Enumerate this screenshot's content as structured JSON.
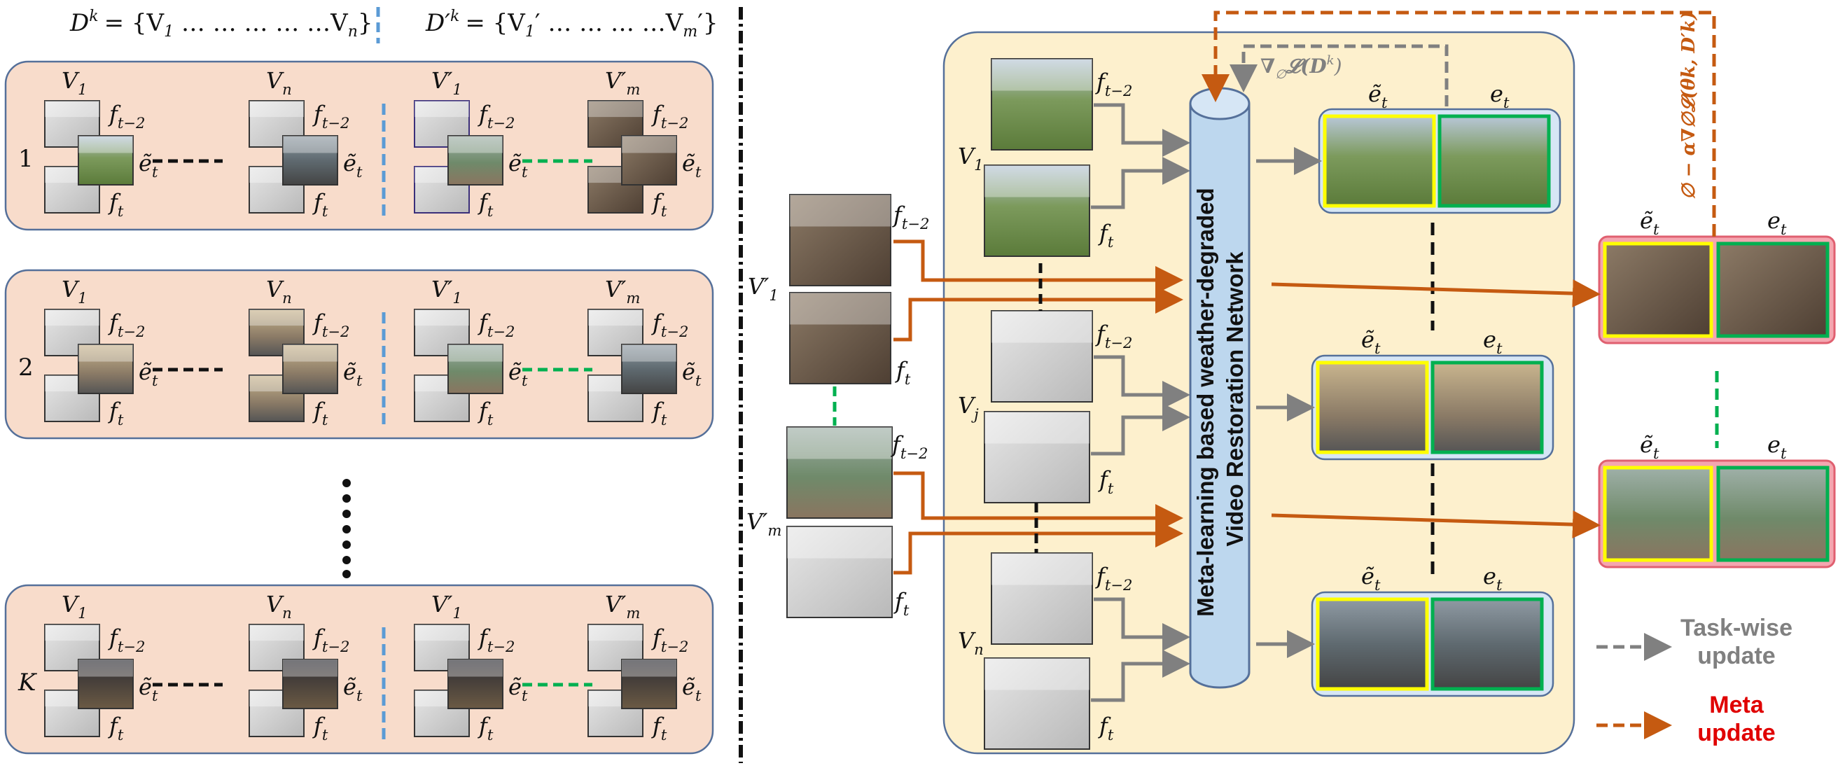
{
  "left_panel": {
    "header": {
      "dk_formula": "D",
      "dk_sup": "k",
      "dk_set": "= {V",
      "dk_set_sub1": "1",
      "dk_set_dots": " … … … … …V",
      "dk_set_subn": "n",
      "dk_set_close": "}",
      "dpk_formula": "D′",
      "dpk_sup": "k",
      "dpk_set": "= {V",
      "dpk_sub1": "1",
      "dpk_dots": "′ … … … …V",
      "dpk_subm": "m",
      "dpk_close": "′}"
    },
    "rows": [
      {
        "index": "1"
      },
      {
        "index": "2"
      },
      {
        "index": "K"
      }
    ],
    "vertical_dots": "⋮"
  },
  "labels": {
    "V": "V",
    "sub1": "1",
    "subn": "n",
    "subm": "m",
    "subj": "j",
    "prime": "′",
    "f": "f",
    "sub_tm2": "t−2",
    "sub_t": "t",
    "e_tilde": "ẽ",
    "e": "e"
  },
  "network": {
    "title_line1": "Meta-learning based weather-degraded",
    "title_line2": "Video Restoration Network"
  },
  "gradient_label": {
    "nabla": "∇",
    "sub": "∅",
    "rest": "𝓛(D",
    "sup": "k",
    "close": ")"
  },
  "meta_update_formula": "∅ − α∇∅𝓛(θk, D′k)",
  "legend": {
    "task_wise_line1": "Task-wise",
    "task_wise_line2": "update",
    "meta_line1": "Meta",
    "meta_line2": "update"
  },
  "colors": {
    "panel_fill": "#f8dccb",
    "panel_stroke": "#55709a",
    "center_fill": "#fdf0cd",
    "cylinder_fill": "#bdd7ee",
    "orange": "#c55a11",
    "gray": "#808080",
    "green": "#00b050",
    "blue_dash": "#5b9bd5",
    "yellow": "#ffff00",
    "meta_red": "#e00000"
  }
}
